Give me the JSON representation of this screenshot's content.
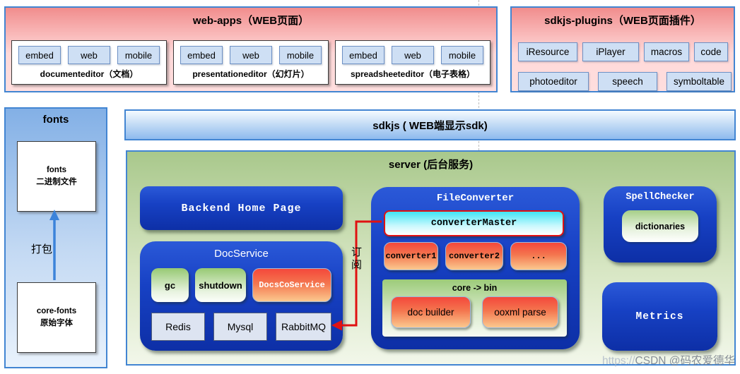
{
  "colors": {
    "panel_border_blue": "#4285d2",
    "pink_top": "#f18d8d",
    "pink_bottom": "#ffdede",
    "fonts_blue_top": "#83b0e6",
    "fonts_blue_bottom": "#e9f2fc",
    "bar_blue_bottom": "#8ebaee",
    "server_green_top": "#a9c88c",
    "server_green_bottom": "#f2f7ea",
    "node_blue_top": "#2b59d8",
    "node_blue_bottom": "#0d2fa6",
    "light_button_fill": "#cedff4",
    "green_box_top": "#97c973",
    "red_box_top": "#f4483b",
    "red_box_bottom": "#fbc98f",
    "cyan_box_top": "#40e6f6",
    "store_box_fill": "#dde4f1",
    "connector_red": "#e01212",
    "arrow_blue": "#3c83da"
  },
  "web_apps": {
    "title": "web-apps（WEB页面）",
    "editors": [
      {
        "label": "documenteditor（文档）",
        "buttons": [
          "embed",
          "web",
          "mobile"
        ]
      },
      {
        "label": "presentationeditor（幻灯片）",
        "buttons": [
          "embed",
          "web",
          "mobile"
        ]
      },
      {
        "label": "spreadsheeteditor（电子表格）",
        "buttons": [
          "embed",
          "web",
          "mobile"
        ]
      }
    ]
  },
  "plugins": {
    "title": "sdkjs-plugins（WEB页面插件）",
    "row1": [
      "iResource",
      "iPlayer",
      "macros",
      "code"
    ],
    "row2": [
      "photoeditor",
      "speech",
      "symboltable"
    ]
  },
  "fonts": {
    "title": "fonts",
    "binary_box": {
      "line1": "fonts",
      "line2": "二进制文件"
    },
    "arrow_label": "打包",
    "source_box": {
      "line1": "core-fonts",
      "line2": "原始字体"
    }
  },
  "sdkjs_bar": {
    "title": "sdkjs ( WEB端显示sdk)"
  },
  "server": {
    "title": "server (后台服务)",
    "backend_home": "Backend Home Page",
    "subscribe_label": "订阅",
    "doc_service": {
      "title": "DocService",
      "modules": [
        "gc",
        "shutdown",
        "DocsCoService"
      ],
      "stores": [
        "Redis",
        "Mysql",
        "RabbitMQ"
      ]
    },
    "file_converter": {
      "title": "FileConverter",
      "master": "converterMaster",
      "workers": [
        "converter1",
        "converter2",
        "..."
      ],
      "core_bin": {
        "title": "core -> bin",
        "tools": [
          "doc builder",
          "ooxml parse"
        ]
      }
    },
    "spell_checker": {
      "title": "SpellChecker",
      "item": "dictionaries"
    },
    "metrics": "Metrics"
  },
  "watermark": {
    "prefix": "https://",
    "text": "CSDN @码农爱德华"
  }
}
